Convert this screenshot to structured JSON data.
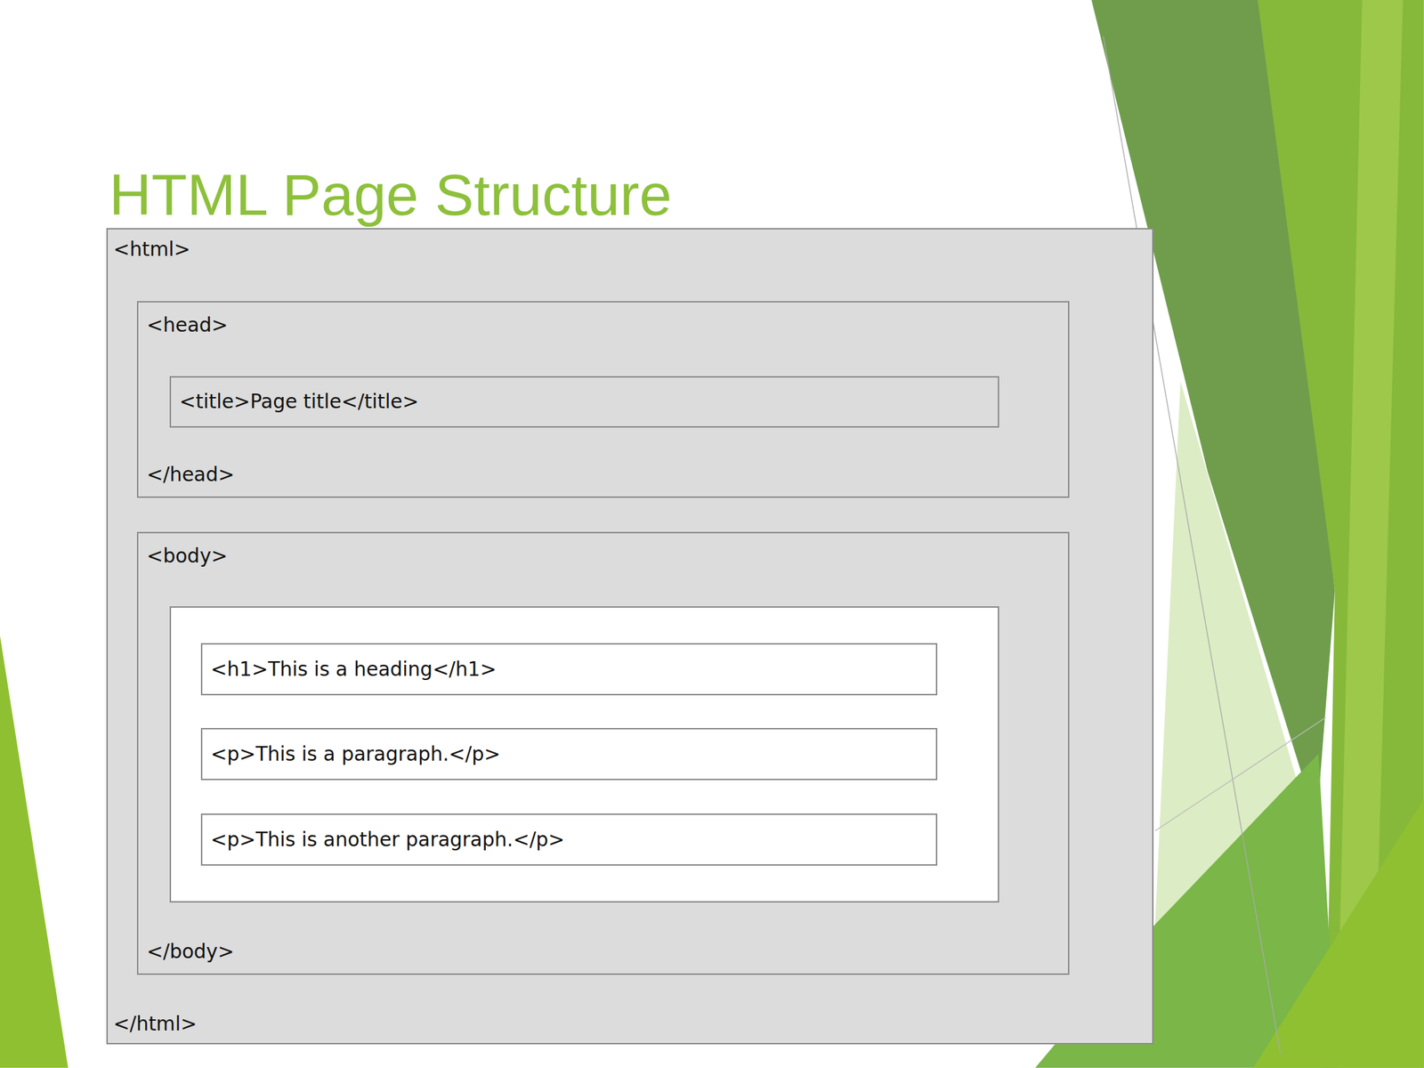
{
  "diagram": {
    "title": "HTML Page Structure",
    "nodes": [
      {
        "text": [
          "<html>",
          "</html>"
        ]
      },
      {
        "text": [
          "<head>",
          "</head>"
        ],
        "in": 0
      },
      {
        "text": [
          "<title>Page title</title>"
        ],
        "in": 1
      },
      {
        "text": [
          "<body>",
          "</body>"
        ],
        "in": 0
      },
      {
        "text": [
          "<h1>This is a heading</h1>"
        ],
        "in": 3
      },
      {
        "text": [
          "<p>This is a paragraph.</p>"
        ],
        "in": 3
      },
      {
        "text": [
          "<p>This is another paragraph.</p>"
        ],
        "in": 3
      }
    ]
  }
}
